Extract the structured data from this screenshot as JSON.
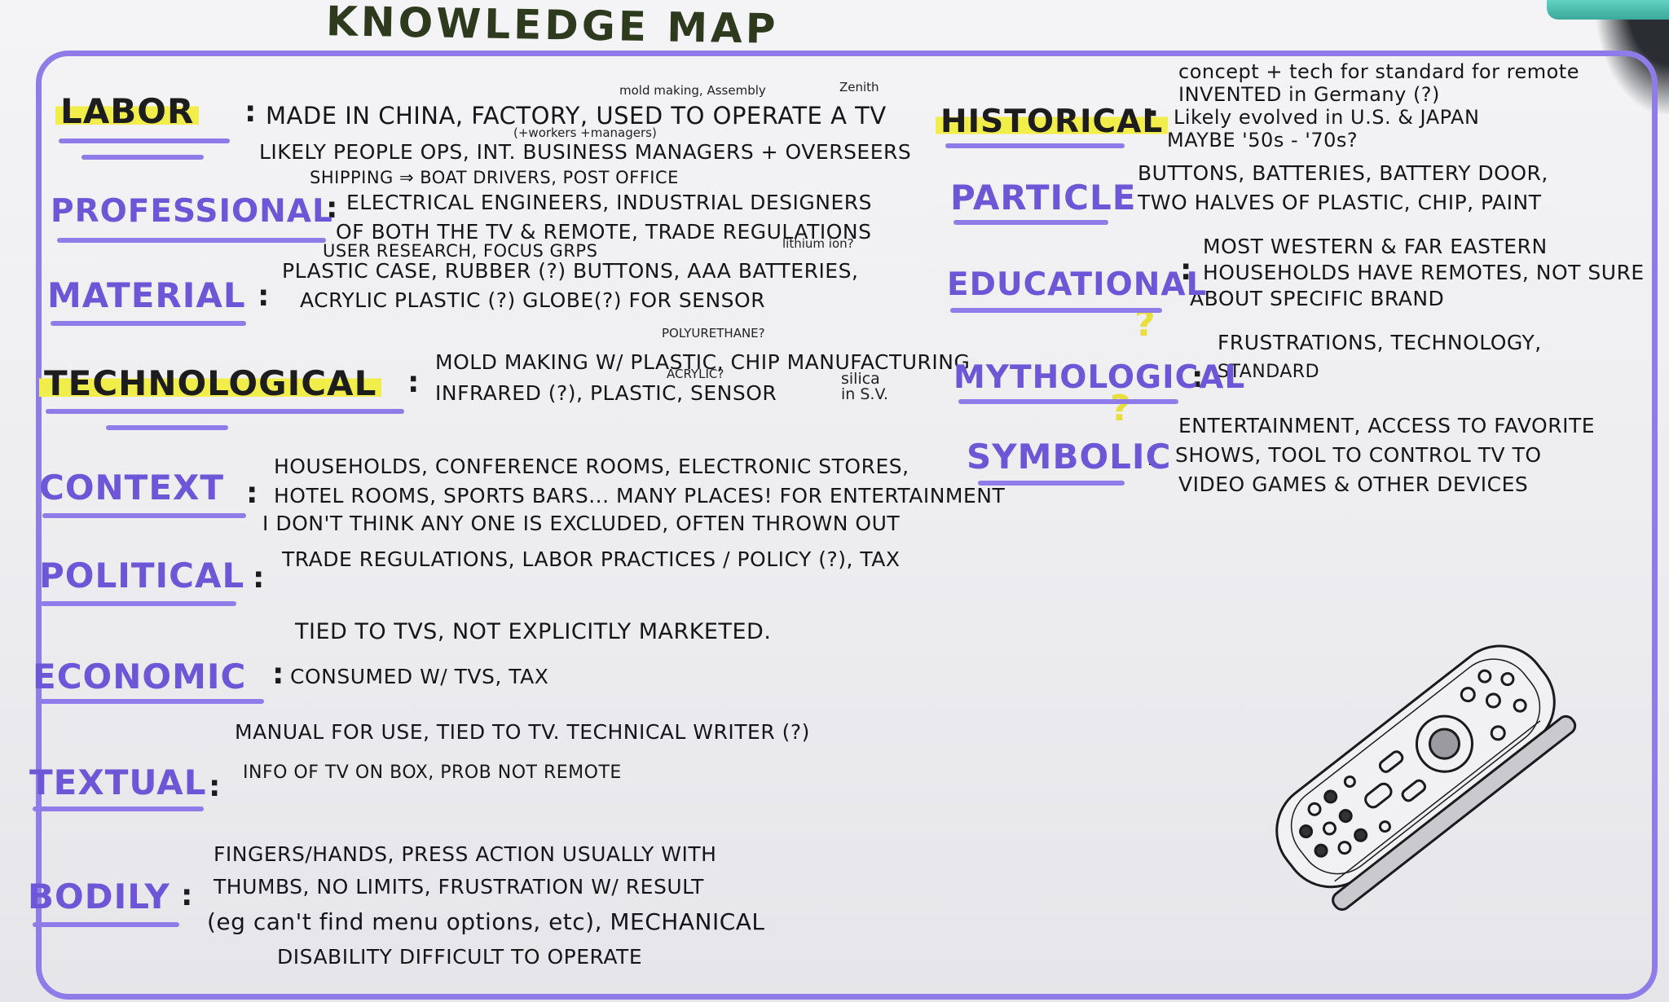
{
  "title": "KNOWLEDGE MAP",
  "left_entries": [
    {
      "label": "LABOR",
      "highlight": true,
      "lines": [
        "MADE IN CHINA, FACTORY, USED TO OPERATE A TV",
        "LIKELY PEOPLE OPS, INT. BUSINESS MANAGERS + OVERSEERS",
        "SHIPPING ⇒ BOAT DRIVERS, POST OFFICE"
      ],
      "notes": [
        "mold making, Assembly",
        "Zenith",
        "(+workers +managers)"
      ]
    },
    {
      "label": "PROFESSIONAL",
      "highlight": false,
      "lines": [
        "ELECTRICAL ENGINEERS, INDUSTRIAL DESIGNERS",
        "OF BOTH THE TV & REMOTE, TRADE REGULATIONS",
        "USER RESEARCH, FOCUS GRPS"
      ],
      "notes": []
    },
    {
      "label": "MATERIAL",
      "highlight": false,
      "lines": [
        "PLASTIC CASE, RUBBER (?) BUTTONS, AAA BATTERIES,",
        "ACRYLIC PLASTIC (?) GLOBE(?) FOR SENSOR"
      ],
      "notes": [
        "lithium ion?"
      ]
    },
    {
      "label": "TECHNOLOGICAL",
      "highlight": true,
      "lines": [
        "MOLD MAKING W/ PLASTIC, CHIP MANUFACTURING",
        "INFRARED (?), PLASTIC, SENSOR"
      ],
      "notes": [
        "POLYURETHANE?",
        "ACRYLIC?",
        "silica in S.V."
      ]
    },
    {
      "label": "CONTEXT",
      "highlight": false,
      "lines": [
        "HOUSEHOLDS, CONFERENCE ROOMS, ELECTRONIC STORES,",
        "HOTEL ROOMS, SPORTS BARS... MANY PLACES! FOR ENTERTAINMENT",
        "I DON'T THINK ANY ONE IS EXCLUDED, OFTEN THROWN OUT"
      ],
      "notes": []
    },
    {
      "label": "POLITICAL",
      "highlight": false,
      "lines": [
        "TRADE REGULATIONS, LABOR PRACTICES / POLICY (?), TAX"
      ],
      "notes": []
    },
    {
      "label": "ECONOMIC",
      "highlight": false,
      "lines": [
        "TIED TO TVS, NOT EXPLICITLY MARKETED.",
        "CONSUMED W/ TVS, TAX"
      ],
      "notes": []
    },
    {
      "label": "TEXTUAL",
      "highlight": false,
      "lines": [
        "MANUAL FOR USE, TIED TO TV. TECHNICAL WRITER (?)",
        "INFO OF TV ON BOX, PROB NOT REMOTE"
      ],
      "notes": []
    },
    {
      "label": "BODILY",
      "highlight": false,
      "lines": [
        "FINGERS/HANDS, PRESS ACTION USUALLY WITH",
        "THUMBS, NO LIMITS, FRUSTRATION W/ RESULT",
        "(eg can't find menu options, etc), MECHANICAL",
        "DISABILITY DIFFICULT TO OPERATE"
      ],
      "notes": []
    }
  ],
  "right_entries": [
    {
      "label": "HISTORICAL",
      "highlight": true,
      "lines": [
        "concept + tech for standard for remote",
        "INVENTED in Germany (?)",
        "Likely evolved in U.S. & JAPAN",
        "MAYBE '50s - '70s?"
      ],
      "notes": []
    },
    {
      "label": "PARTICLE",
      "highlight": false,
      "lines": [
        "BUTTONS, BATTERIES, BATTERY DOOR,",
        "TWO HALVES OF PLASTIC, CHIP, PAINT"
      ],
      "notes": []
    },
    {
      "label": "EDUCATIONAL",
      "highlight": false,
      "lines": [
        "MOST WESTERN & FAR EASTERN",
        "HOUSEHOLDS HAVE REMOTES, NOT SURE",
        "ABOUT SPECIFIC BRAND"
      ],
      "notes": []
    },
    {
      "label": "MYTHOLOGICAL",
      "highlight": false,
      "lines": [
        "FRUSTRATIONS, TECHNOLOGY,",
        "STANDARD"
      ],
      "notes": []
    },
    {
      "label": "SYMBOLIC",
      "highlight": false,
      "lines": [
        "ENTERTAINMENT, ACCESS TO FAVORITE",
        "SHOWS, TOOL TO CONTROL TV TO",
        "VIDEO GAMES & OTHER DEVICES"
      ],
      "notes": []
    }
  ],
  "question_marks": [
    "?",
    "?"
  ],
  "colors": {
    "label_purple": "#6e57d6",
    "frame_purple": "#8f7ce8",
    "highlighter_yellow": "#f1ed4a",
    "ink": "#161618"
  },
  "illustration": "tv-remote-sketch"
}
